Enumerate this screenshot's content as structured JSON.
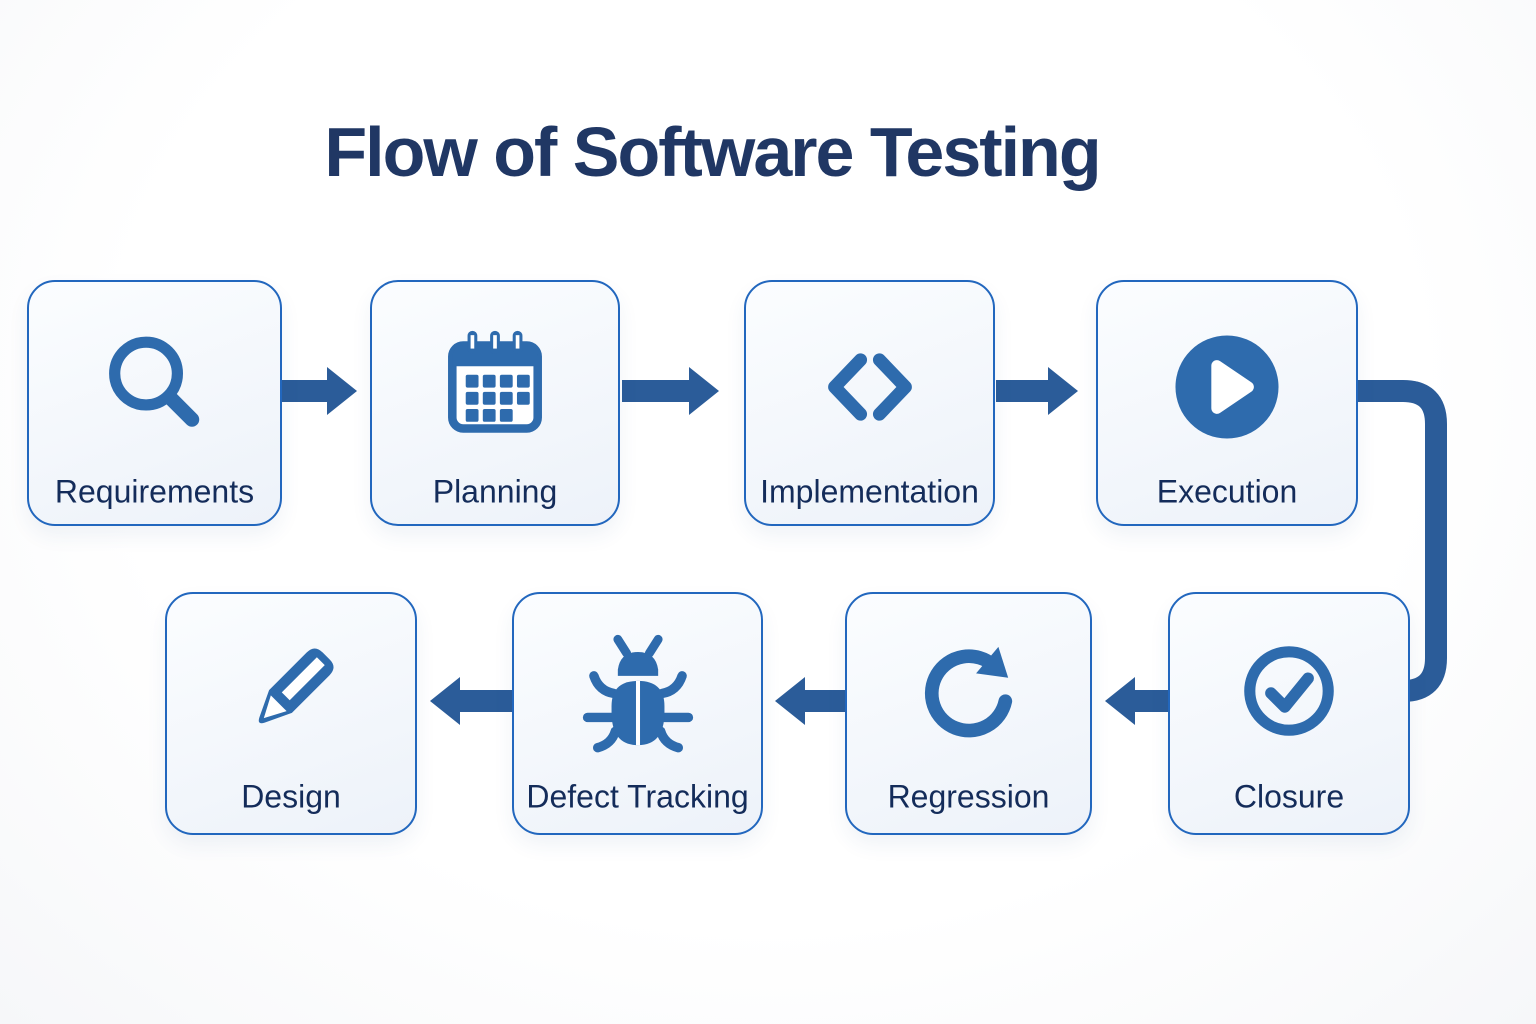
{
  "title": "Flow of Software Testing",
  "diagram": {
    "nodes": [
      {
        "id": "requirements",
        "label": "Requirements",
        "icon": "magnifier-icon"
      },
      {
        "id": "planning",
        "label": "Planning",
        "icon": "calendar-icon"
      },
      {
        "id": "implementation",
        "label": "Implementation",
        "icon": "code-icon"
      },
      {
        "id": "execution",
        "label": "Execution",
        "icon": "play-icon"
      },
      {
        "id": "closure",
        "label": "Closure",
        "icon": "check-circle-icon"
      },
      {
        "id": "regression",
        "label": "Regression",
        "icon": "refresh-icon"
      },
      {
        "id": "defect_tracking",
        "label": "Defect Tracking",
        "icon": "bug-icon"
      },
      {
        "id": "design",
        "label": "Design",
        "icon": "pencil-icon"
      }
    ],
    "connections": [
      {
        "from": "Requirements",
        "to": "Planning",
        "style": "block-arrow-right"
      },
      {
        "from": "Planning",
        "to": "Implementation",
        "style": "block-arrow-right"
      },
      {
        "from": "Implementation",
        "to": "Execution",
        "style": "block-arrow-right"
      },
      {
        "from": "Execution",
        "to": "Closure",
        "style": "rounded-elbow-down"
      },
      {
        "from": "Closure",
        "to": "Regression",
        "style": "block-arrow-left"
      },
      {
        "from": "Regression",
        "to": "Defect Tracking",
        "style": "block-arrow-left"
      },
      {
        "from": "Defect Tracking",
        "to": "Design",
        "style": "block-arrow-left"
      }
    ]
  },
  "colors": {
    "title_text": "#203764",
    "label_text": "#142c5a",
    "box_border": "#2267be",
    "box_fill_top": "#fbfdff",
    "box_fill_bottom": "#edf2f9",
    "icon_blue": "#2e6bad",
    "arrow_blue": "#2b5c99",
    "background": "#ffffff"
  }
}
